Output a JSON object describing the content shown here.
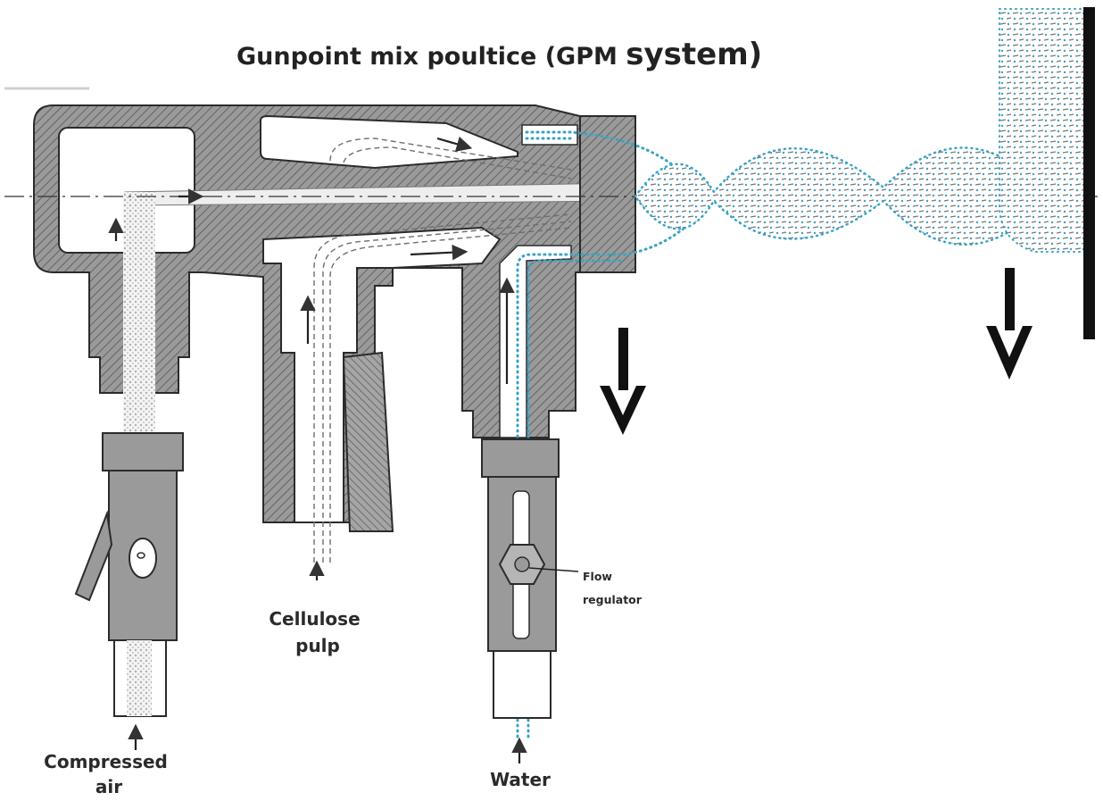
{
  "title": {
    "main": "Gunpoint mix poultice (GPM ",
    "system": "system)"
  },
  "labels": {
    "air_line1": "Compressed",
    "air_line2": "air",
    "pulp_line1": "Cellulose",
    "pulp_line2": "pulp",
    "water": "Water",
    "flow_line1": "Flow",
    "flow_line2": "regulator"
  },
  "colors": {
    "outline": "#2b2b2b",
    "body_fill": "#8c8c8c",
    "hatch": "#5a5a5a",
    "water_dots": "#3aa3c4",
    "pulp_dash": "#6e6e6e",
    "air_dots": "#bdbdbd",
    "wall": "#111111"
  }
}
